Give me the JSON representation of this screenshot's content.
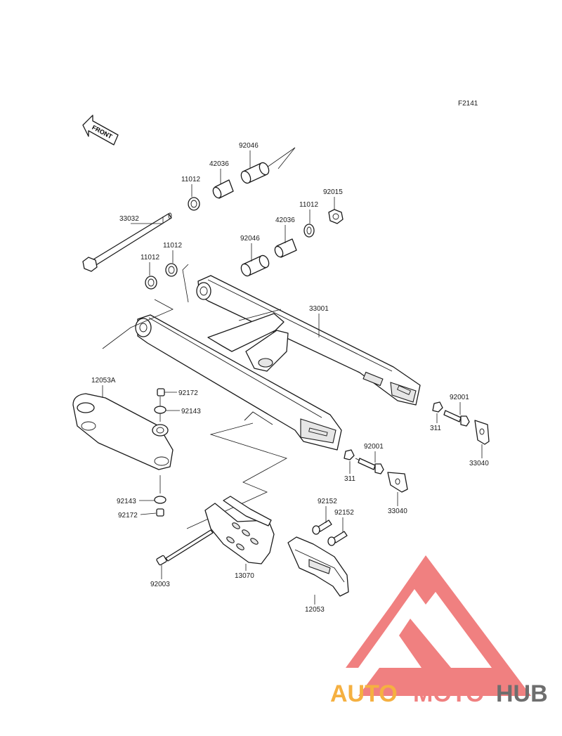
{
  "diagram": {
    "code": "F2141",
    "front_label": "FRONT",
    "parts": [
      {
        "id": "33032",
        "label": "33032"
      },
      {
        "id": "11012-a",
        "label": "11012"
      },
      {
        "id": "42036-a",
        "label": "42036"
      },
      {
        "id": "92046-a",
        "label": "92046"
      },
      {
        "id": "11012-b",
        "label": "11012"
      },
      {
        "id": "92015",
        "label": "92015"
      },
      {
        "id": "42036-b",
        "label": "42036"
      },
      {
        "id": "92046-b",
        "label": "92046"
      },
      {
        "id": "11012-c",
        "label": "11012"
      },
      {
        "id": "11012-d",
        "label": "11012"
      },
      {
        "id": "33001",
        "label": "33001"
      },
      {
        "id": "12053A",
        "label": "12053A"
      },
      {
        "id": "92172-a",
        "label": "92172"
      },
      {
        "id": "92143-a",
        "label": "92143"
      },
      {
        "id": "92001-a",
        "label": "92001"
      },
      {
        "id": "311-a",
        "label": "311"
      },
      {
        "id": "33040-a",
        "label": "33040"
      },
      {
        "id": "92001-b",
        "label": "92001"
      },
      {
        "id": "311-b",
        "label": "311"
      },
      {
        "id": "33040-b",
        "label": "33040"
      },
      {
        "id": "92143-b",
        "label": "92143"
      },
      {
        "id": "92172-b",
        "label": "92172"
      },
      {
        "id": "92152-a",
        "label": "92152"
      },
      {
        "id": "92152-b",
        "label": "92152"
      },
      {
        "id": "92003",
        "label": "92003"
      },
      {
        "id": "13070",
        "label": "13070"
      },
      {
        "id": "12053",
        "label": "12053"
      }
    ]
  },
  "watermark": {
    "word_part1": "AUTO",
    "word_part2": "MOTO",
    "word_part3": "HUB",
    "colors": {
      "triangle": "#f08080",
      "auto": "#f5b041",
      "moto": "#f08080",
      "hub": "#6e6e6e"
    }
  }
}
